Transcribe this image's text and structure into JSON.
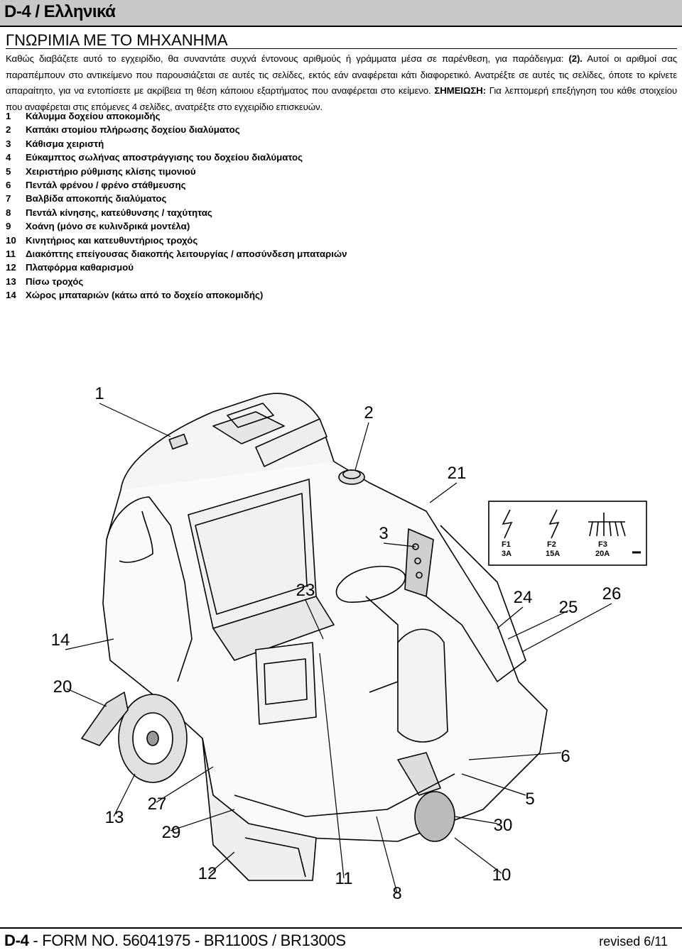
{
  "header": {
    "title": "D-4 / Ελληνικά"
  },
  "section": {
    "title": "ΓΝΩΡΙΜΙΑ ΜΕ ΤΟ ΜΗΧΑΝΗΜΑ"
  },
  "intro": {
    "part1": "Καθώς διαβάζετε αυτό το εγχειρίδιο, θα συναντάτε συχνά έντονους αριθμούς ή γράμματα μέσα σε παρένθεση, για παράδειγμα: ",
    "example": "(2).",
    "part2": " Αυτοί οι αριθμοί σας παραπέμπουν στο αντικείμενο που παρουσιάζεται σε αυτές τις σελίδες, εκτός εάν αναφέρεται κάτι διαφορετικό. Ανατρέξτε σε αυτές τις σελίδες, όποτε το κρίνετε απαραίτητο, για να εντοπίσετε με ακρίβεια τη θέση κάποιου εξαρτήματος που αναφέρεται στο κείμενο. ",
    "note_label": "ΣΗΜΕΙΩΣΗ:",
    "part3": " Για λεπτομερή επεξήγηση του κάθε στοιχείου που αναφέρεται στις επόμενες 4 σελίδες, ανατρέξτε στο εγχειρίδιο επισκευών."
  },
  "legend": [
    {
      "num": "1",
      "text": "Κάλυμμα δοχείου αποκομιδής"
    },
    {
      "num": "2",
      "text": "Καπάκι στομίου πλήρωσης δοχείου διαλύματος"
    },
    {
      "num": "3",
      "text": "Κάθισμα χειριστή"
    },
    {
      "num": "4",
      "text": "Εύκαμπτος σωλήνας αποστράγγισης του δοχείου διαλύματος"
    },
    {
      "num": "5",
      "text": "Χειριστήριο ρύθμισης κλίσης τιμονιού"
    },
    {
      "num": "6",
      "text": "Πεντάλ φρένου / φρένο στάθμευσης"
    },
    {
      "num": "7",
      "text": "Βαλβίδα αποκοπής διαλύματος"
    },
    {
      "num": "8",
      "text": "Πεντάλ κίνησης, κατεύθυνσης / ταχύτητας"
    },
    {
      "num": "9",
      "text": "Χοάνη (μόνο σε κυλινδρικά μοντέλα)"
    },
    {
      "num": "10",
      "text": "Κινητήριος και κατευθυντήριος τροχός"
    },
    {
      "num": "11",
      "text": "Διακόπτης επείγουσας διακοπής λειτουργίας / αποσύνδεση μπαταριών"
    },
    {
      "num": "12",
      "text": "Πλατφόρμα καθαρισμού"
    },
    {
      "num": "13",
      "text": "Πίσω τροχός"
    },
    {
      "num": "14",
      "text": "Χώρος μπαταριών (κάτω από το δοχείο αποκομιδής)"
    }
  ],
  "figure": {
    "callouts": [
      "1",
      "2",
      "21",
      "3",
      "23",
      "24",
      "25",
      "26",
      "14",
      "20",
      "6",
      "5",
      "30",
      "13",
      "27",
      "29",
      "12",
      "11",
      "8",
      "10"
    ],
    "fuses": [
      {
        "label": "F1",
        "rating": "3A"
      },
      {
        "label": "F2",
        "rating": "15A"
      },
      {
        "label": "F3",
        "rating": "20A"
      }
    ]
  },
  "footer": {
    "page": "D-4",
    "form": " - FORM NO. 56041975 - BR1100S / BR1300S",
    "revision": "revised 6/11"
  }
}
